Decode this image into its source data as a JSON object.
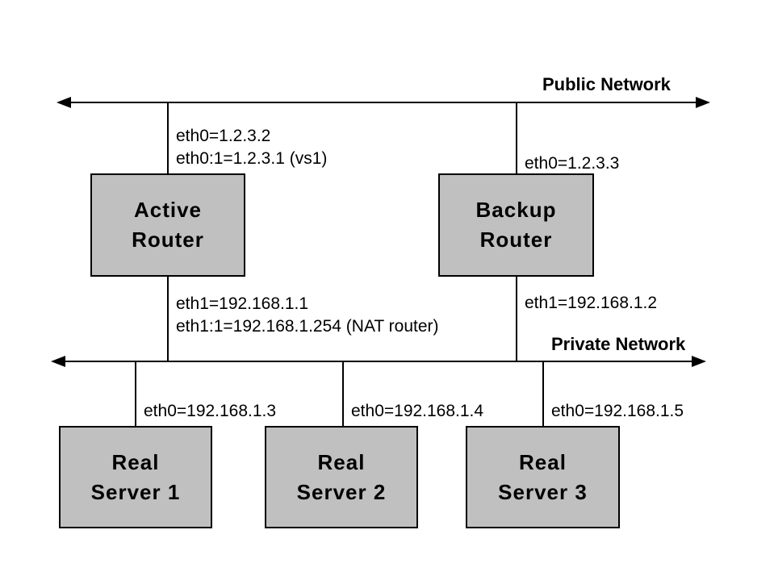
{
  "networks": {
    "public": {
      "label": "Public Network"
    },
    "private": {
      "label": "Private Network"
    }
  },
  "routers": {
    "active": {
      "name": "Active\nRouter",
      "public_interfaces": "eth0=1.2.3.2\neth0:1=1.2.3.1 (vs1)",
      "private_interfaces": "eth1=192.168.1.1\neth1:1=192.168.1.254 (NAT router)"
    },
    "backup": {
      "name": "Backup\nRouter",
      "public_interface": "eth0=1.2.3.3",
      "private_interface": "eth1=192.168.1.2"
    }
  },
  "servers": [
    {
      "name": "Real\nServer 1",
      "interface": "eth0=192.168.1.3"
    },
    {
      "name": "Real\nServer 2",
      "interface": "eth0=192.168.1.4"
    },
    {
      "name": "Real\nServer 3",
      "interface": "eth0=192.168.1.5"
    }
  ],
  "colors": {
    "node_fill": "#c0c0c0",
    "node_border": "#000000",
    "line": "#000000",
    "text": "#000000",
    "background": "#ffffff"
  }
}
